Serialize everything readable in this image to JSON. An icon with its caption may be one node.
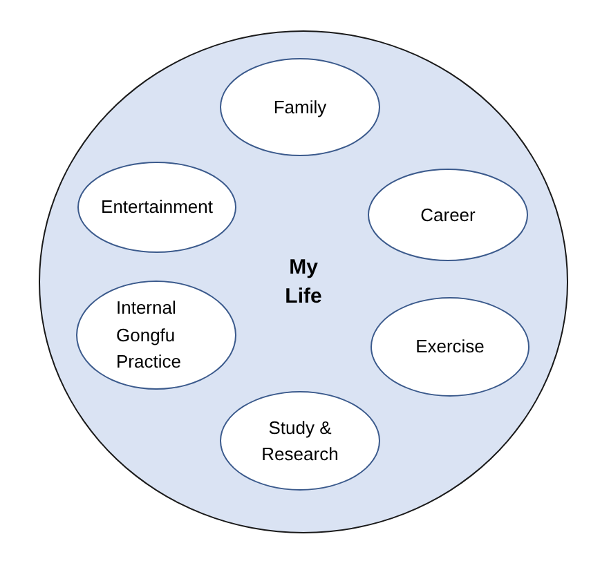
{
  "diagram": {
    "nodes": [
      {
        "text": [
          "My Life"
        ]
      },
      {
        "text": [
          "Family"
        ],
        "in": 0
      },
      {
        "text": [
          "Entertainment"
        ],
        "in": 0
      },
      {
        "text": [
          "Career"
        ],
        "in": 0
      },
      {
        "text": [
          "Internal Gongfu Practice"
        ],
        "in": 0
      },
      {
        "text": [
          "Exercise"
        ],
        "in": 0
      },
      {
        "text": [
          "Study & Research"
        ],
        "in": 0
      }
    ]
  }
}
